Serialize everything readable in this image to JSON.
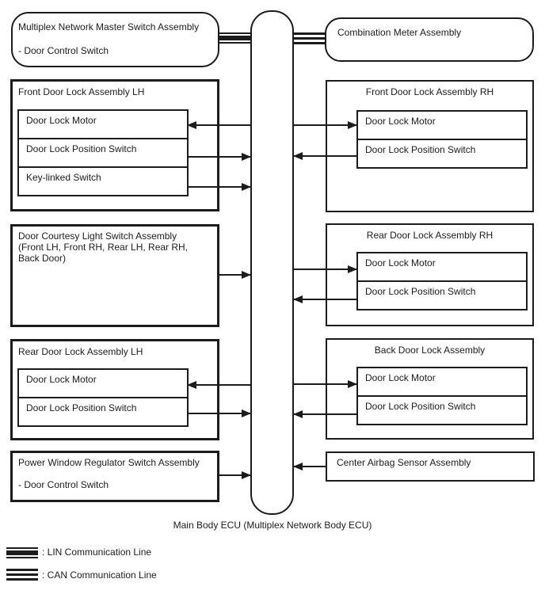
{
  "colors": {
    "ink": "#1c1c1c",
    "background": "#ffffff"
  },
  "ecu": {
    "label": "Main Body ECU (Multiplex Network Body ECU)"
  },
  "nodes": {
    "multiplex_master_switch": {
      "title": "Multiplex Network Master Switch Assembly",
      "item": "- Door Control Switch"
    },
    "combination_meter": {
      "title": "Combination Meter Assembly"
    },
    "front_door_lock_lh": {
      "title": "Front Door Lock Assembly LH",
      "children": [
        "Door Lock Motor",
        "Door Lock Position Switch",
        "Key-linked Switch"
      ]
    },
    "front_door_lock_rh": {
      "title": "Front Door Lock Assembly RH",
      "children": [
        "Door Lock Motor",
        "Door Lock Position Switch"
      ]
    },
    "door_courtesy_light": {
      "title_lines": [
        "Door Courtesy Light Switch Assembly",
        "(Front LH, Front RH, Rear LH, Rear RH,",
        "Back Door)"
      ]
    },
    "rear_door_lock_rh": {
      "title": "Rear Door Lock Assembly RH",
      "children": [
        "Door Lock Motor",
        "Door Lock Position Switch"
      ]
    },
    "rear_door_lock_lh": {
      "title": "Rear Door Lock Assembly LH",
      "children": [
        "Door Lock Motor",
        "Door Lock Position Switch"
      ]
    },
    "back_door_lock": {
      "title": "Back Door Lock Assembly",
      "children": [
        "Door Lock Motor",
        "Door Lock Position Switch"
      ]
    },
    "power_window_regulator_switch": {
      "title": "Power Window Regulator Switch Assembly",
      "item": "- Door Control Switch"
    },
    "center_airbag_sensor": {
      "title": "Center Airbag Sensor Assembly"
    }
  },
  "legend": {
    "lin": ": LIN Communication Line",
    "can": ": CAN Communication Line"
  }
}
